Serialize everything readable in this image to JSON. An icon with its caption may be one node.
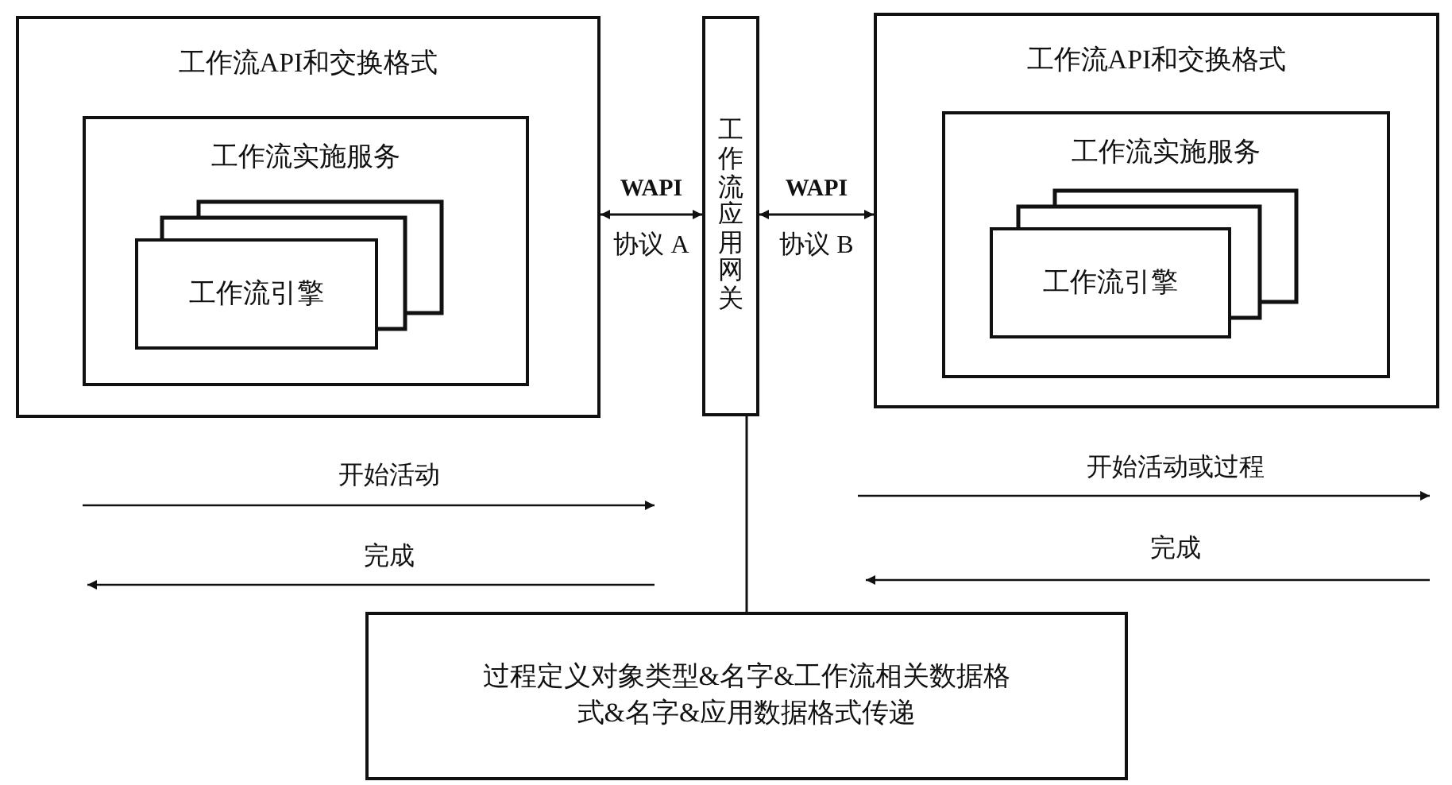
{
  "diagram": {
    "nodes": [
      {
        "text": [
          "工作流API和交换格式"
        ]
      },
      {
        "text": [
          "工作流实施服务"
        ],
        "in": 0
      },
      {
        "text": [
          "工作流引擎"
        ],
        "in": 1
      },
      {
        "text": [
          "工作流应用网关"
        ]
      },
      {
        "text": [
          "工作流API和交换格式"
        ]
      },
      {
        "text": [
          "工作流实施服务"
        ],
        "in": 4
      },
      {
        "text": [
          "工作流引擎"
        ],
        "in": 5
      },
      {
        "text": [
          "过程定义对象类型&名字&工作流相关数据格式&名字&应用数据格式传递"
        ]
      }
    ],
    "edges": [
      {
        "from": 0,
        "to": 3,
        "arrow": "both",
        "label": "WAPI"
      },
      {
        "from": 3,
        "to": 4,
        "arrow": "both",
        "label": "WAPI"
      },
      {
        "from": 3,
        "to": 7,
        "arrow": "none"
      }
    ],
    "labels": [
      "协议 A",
      "协议 B",
      "开始活动",
      "完成",
      "开始活动或过程",
      "完成"
    ]
  }
}
